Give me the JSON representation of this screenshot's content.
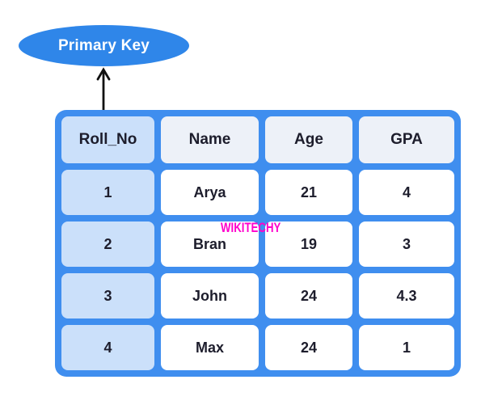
{
  "callout": {
    "label": "Primary Key"
  },
  "watermark": "WIKITECHY",
  "table": {
    "columns": [
      "Roll_No",
      "Name",
      "Age",
      "GPA"
    ],
    "rows": [
      [
        "1",
        "Arya",
        "21",
        "4"
      ],
      [
        "2",
        "Bran",
        "19",
        "3"
      ],
      [
        "3",
        "John",
        "24",
        "4.3"
      ],
      [
        "4",
        "Max",
        "24",
        "1"
      ]
    ],
    "key_column": "Roll_No"
  },
  "colors": {
    "table_frame": "#3F8EEF",
    "key_column_fill": "#CBE0FA",
    "header_fill": "#EDF1F8",
    "cell_fill": "#FFFFFF",
    "callout_fill": "#2F86E9",
    "callout_text": "#FFFFFF",
    "watermark_color": "#FF00CC",
    "arrow_color": "#111111",
    "text_color": "#1D1D2C"
  }
}
